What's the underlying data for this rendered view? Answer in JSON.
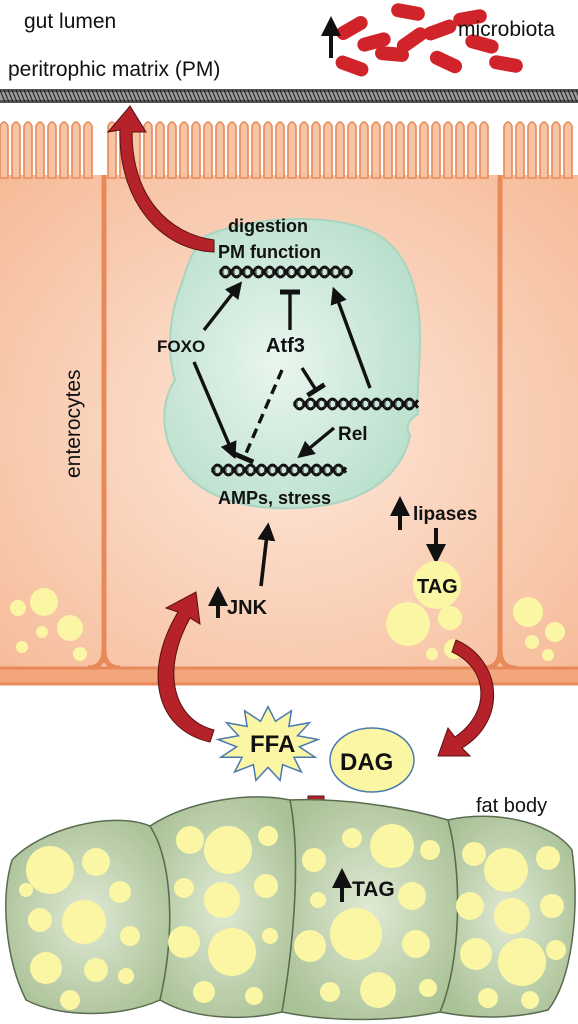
{
  "labels": {
    "gut_lumen": "gut lumen",
    "peritrophic_matrix": "peritrophic matrix (PM)",
    "microbiota": "microbiota",
    "enterocytes": "enterocytes",
    "digestion": "digestion",
    "pm_function": "PM function",
    "foxo": "FOXO",
    "atf3": "Atf3",
    "rel": "Rel",
    "amps_stress": "AMPs, stress",
    "lipases": "lipases",
    "tag_gut": "TAG",
    "jnk": "JNK",
    "ffa": "FFA",
    "dag": "DAG",
    "fat_body": "fat body",
    "tag_fat_body": "TAG"
  },
  "colors": {
    "enterocyte_fill": "#f7c4a3",
    "enterocyte_stroke": "#e8895a",
    "nucleus_fill": "#c9e8d9",
    "lipid_droplet": "#fbf6a4",
    "fat_body_cell": "#c5d6b5",
    "microbe": "#d1232a",
    "red_arrow": "#b5222a",
    "ffa_star": "#fbf6a4"
  }
}
